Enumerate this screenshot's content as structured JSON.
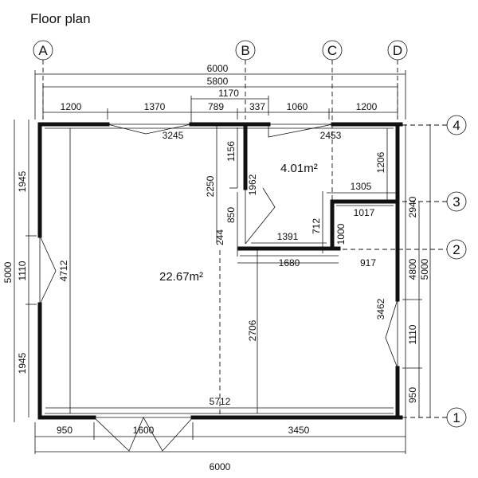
{
  "title": "Floor plan",
  "grid": {
    "cols": [
      "A",
      "B",
      "C",
      "D"
    ],
    "rows": [
      "1",
      "2",
      "3",
      "4"
    ]
  },
  "areas": {
    "main": "22.67m²",
    "side": "4.01m²"
  },
  "dims": {
    "top_total_outer": "6000",
    "top_total_inner": "5800",
    "top_1200_left": "1200",
    "top_1370": "1370",
    "top_789": "789",
    "top_337": "337",
    "top_1060": "1060",
    "top_1200_right": "1200",
    "top_1170": "1170",
    "win_top_left": "3245",
    "win_top_right": "2453",
    "bottom_950": "950",
    "bottom_1600": "1600",
    "bottom_3450": "3450",
    "bottom_total": "6000",
    "inner_5712": "5712",
    "left_1945_top": "1945",
    "left_1110": "1110",
    "left_1945_bottom": "1945",
    "left_total": "5000",
    "left_4712": "4712",
    "right_4800": "4800",
    "right_5000": "5000",
    "right_2940": "2940",
    "right_1110": "1110",
    "right_950": "950",
    "right_3462": "3462",
    "right_1206": "1206",
    "c_1156": "1156",
    "c_2250": "2250",
    "c_1962": "1962",
    "c_850": "850",
    "c_244": "244",
    "c_1391": "1391",
    "c_1680": "1680",
    "c_917": "917",
    "c_1305": "1305",
    "c_1017": "1017",
    "c_712": "712",
    "c_1000": "1000",
    "c_2706": "2706"
  }
}
